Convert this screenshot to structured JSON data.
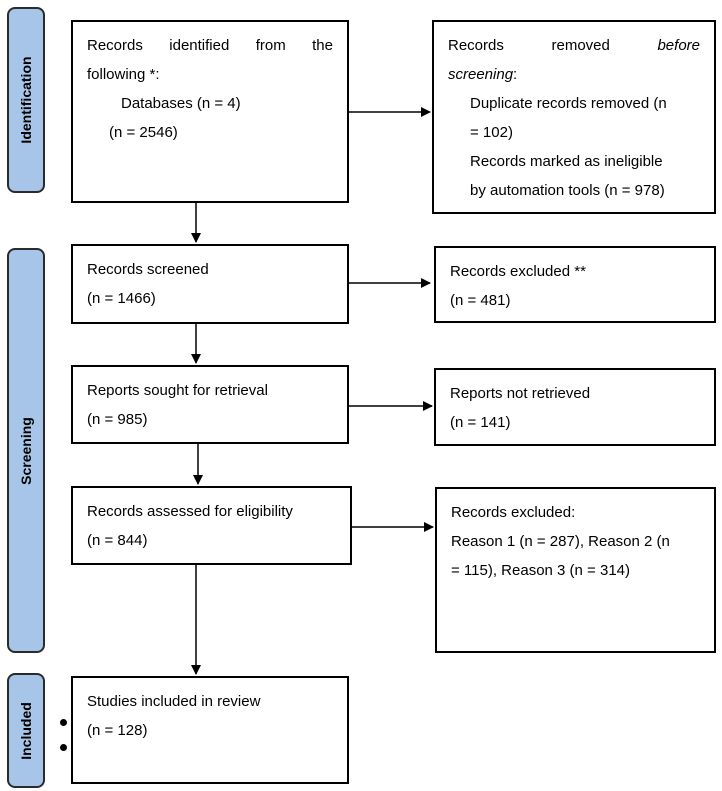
{
  "stages": {
    "identification": "Identification",
    "screening": "Screening",
    "included": "Included"
  },
  "identification": {
    "records_identified": {
      "line1": "Records identified from the",
      "line2": "following *:",
      "line3": "Databases (n = 4)",
      "line4": "(n = 2546)"
    },
    "records_removed": {
      "line1_a": "Records",
      "line1_b": "removed",
      "line1_c": "before",
      "line2_a": "screening",
      "line2_b": ":",
      "line3": "Duplicate records removed (n",
      "line4": "= 102)",
      "line5": "Records marked as ineligible",
      "line6": "by automation tools (n = 978)"
    }
  },
  "screening": {
    "records_screened": {
      "title": "Records screened",
      "count": "(n = 1466)"
    },
    "records_excluded": {
      "title": "Records excluded **",
      "count": "(n = 481)"
    },
    "reports_sought": {
      "title": "Reports sought for retrieval",
      "count": "(n = 985)"
    },
    "reports_not_retrieved": {
      "title": "Reports not retrieved",
      "count": "(n = 141)"
    },
    "assessed": {
      "title": "Records assessed for eligibility",
      "count": "(n = 844)"
    },
    "excluded_reasons": {
      "title": "Records excluded:",
      "line2": "Reason 1 (n = 287), Reason 2 (n",
      "line3": "= 115), Reason 3 (n = 314)"
    }
  },
  "included": {
    "studies": {
      "title": "Studies included in review",
      "count": "(n = 128)"
    }
  }
}
